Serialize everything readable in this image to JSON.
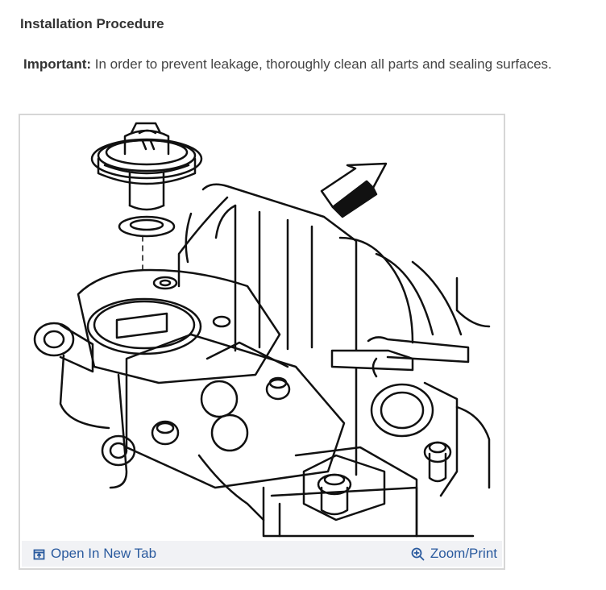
{
  "section": {
    "heading": "Installation Procedure"
  },
  "note": {
    "label": "Important:",
    "text": " In order to prevent leakage, thoroughly clean all parts and sealing surfaces."
  },
  "figure": {
    "open_tab_label": "Open In New Tab",
    "zoom_label": "Zoom/Print",
    "open_tab_icon": "open-new-tab-icon",
    "zoom_icon": "magnifier-plus-icon",
    "link_color": "#2a5a9e",
    "bar_color": "#f1f2f5"
  }
}
